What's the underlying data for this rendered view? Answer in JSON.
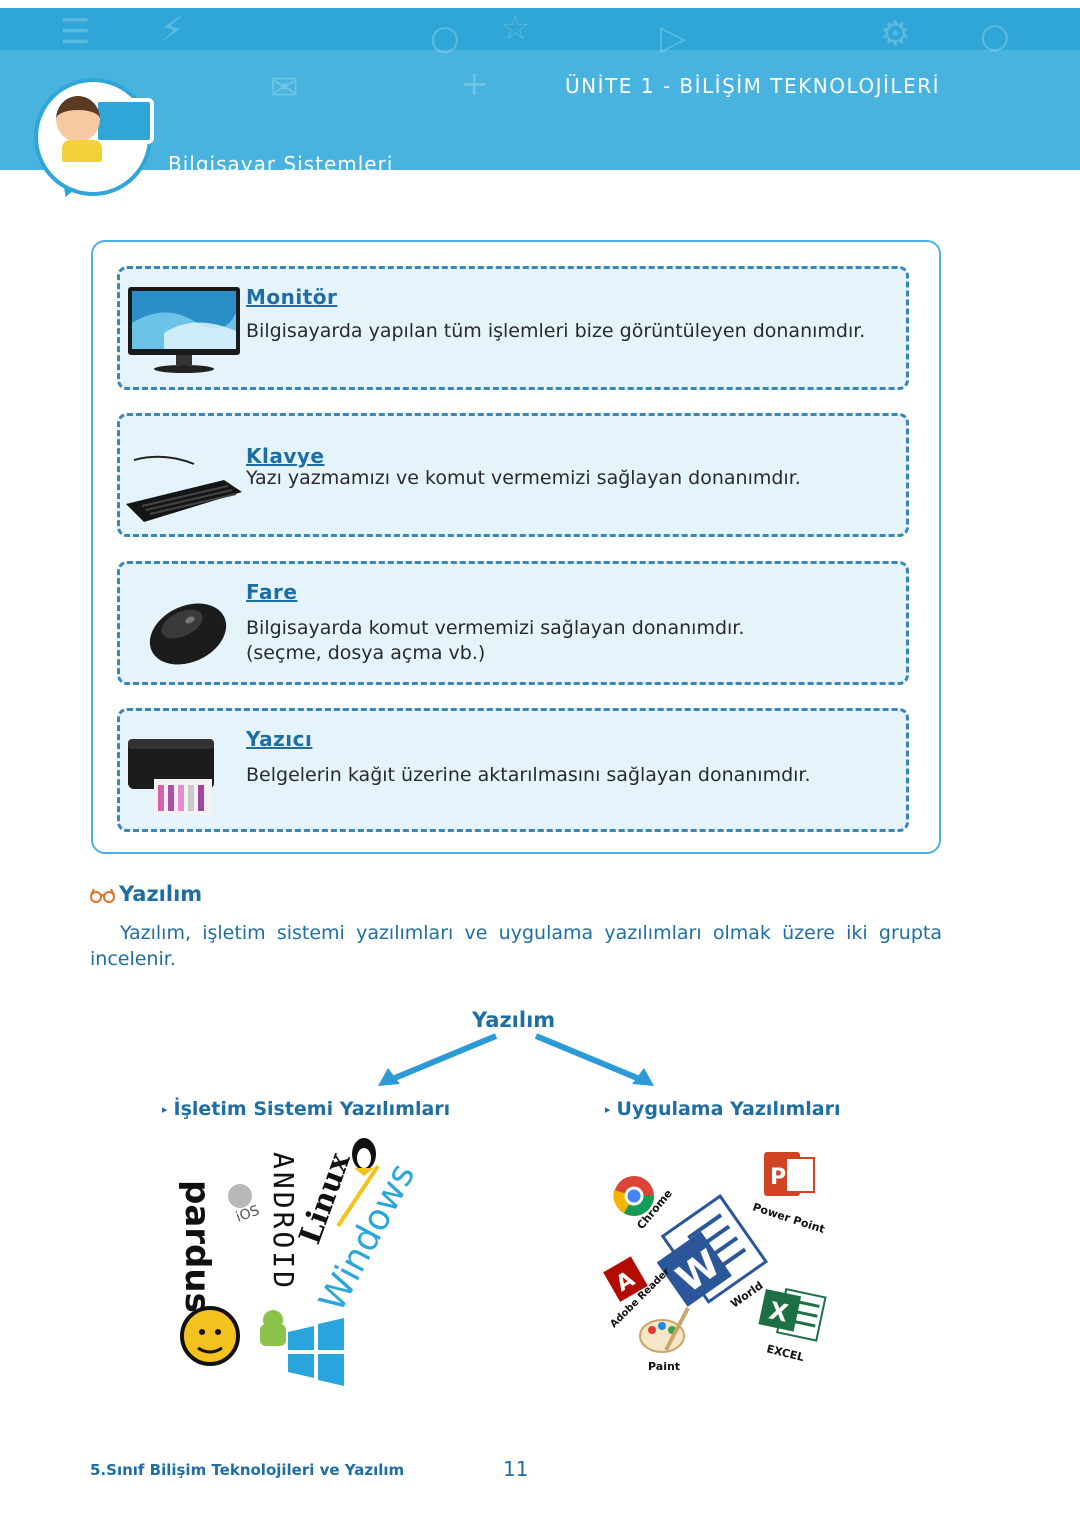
{
  "header": {
    "unit_title": "ÜNİTE 1 - BİLİŞİM TEKNOLOJİLERİ",
    "section_title": "Bilgisayar Sistemleri"
  },
  "hardware": [
    {
      "title": "Monitör",
      "lines": [
        "Bilgisayarda yapılan tüm işlemleri bize görüntüleyen donanımdır."
      ],
      "icon": "monitor-icon"
    },
    {
      "title": "Klavye",
      "lines": [
        "Yazı yazmamızı ve komut vermemizi sağlayan donanımdır."
      ],
      "icon": "keyboard-icon"
    },
    {
      "title": "Fare",
      "lines": [
        "Bilgisayarda komut vermemizi sağlayan donanımdır.",
        "(seçme, dosya açma vb.)"
      ],
      "icon": "mouse-icon"
    },
    {
      "title": "Yazıcı",
      "lines": [
        "Belgelerin kağıt üzerine aktarılmasını sağlayan donanımdır."
      ],
      "icon": "printer-icon"
    }
  ],
  "software": {
    "heading": "Yazılım",
    "paragraph": "Yazılım, işletim sistemi yazılımları ve uygulama yazılımları olmak üzere iki grupta incelenir.",
    "tree": {
      "root": "Yazılım",
      "os_branch": "İşletim Sistemi Yazılımları",
      "app_branch": "Uygulama Yazılımları"
    },
    "os_logos": {
      "pardus": "pardus",
      "ios": "iOS",
      "android": "ANDROID",
      "linux": "Linux",
      "windows": "Windows"
    },
    "app_logos": {
      "chrome": "Chrome",
      "powerpoint": "Power Point",
      "word": "World",
      "adobe": "Adobe Reader",
      "paint": "Paint",
      "excel": "EXCEL"
    }
  },
  "footer": {
    "book_title": "5.Sınıf Bilişim Teknolojileri ve Yazılım",
    "page_number": "11"
  },
  "colors": {
    "header_blue": "#49b3df",
    "text_blue": "#1f6ea3",
    "card_bg": "#e5f4fb",
    "card_border": "#3c86b5"
  }
}
